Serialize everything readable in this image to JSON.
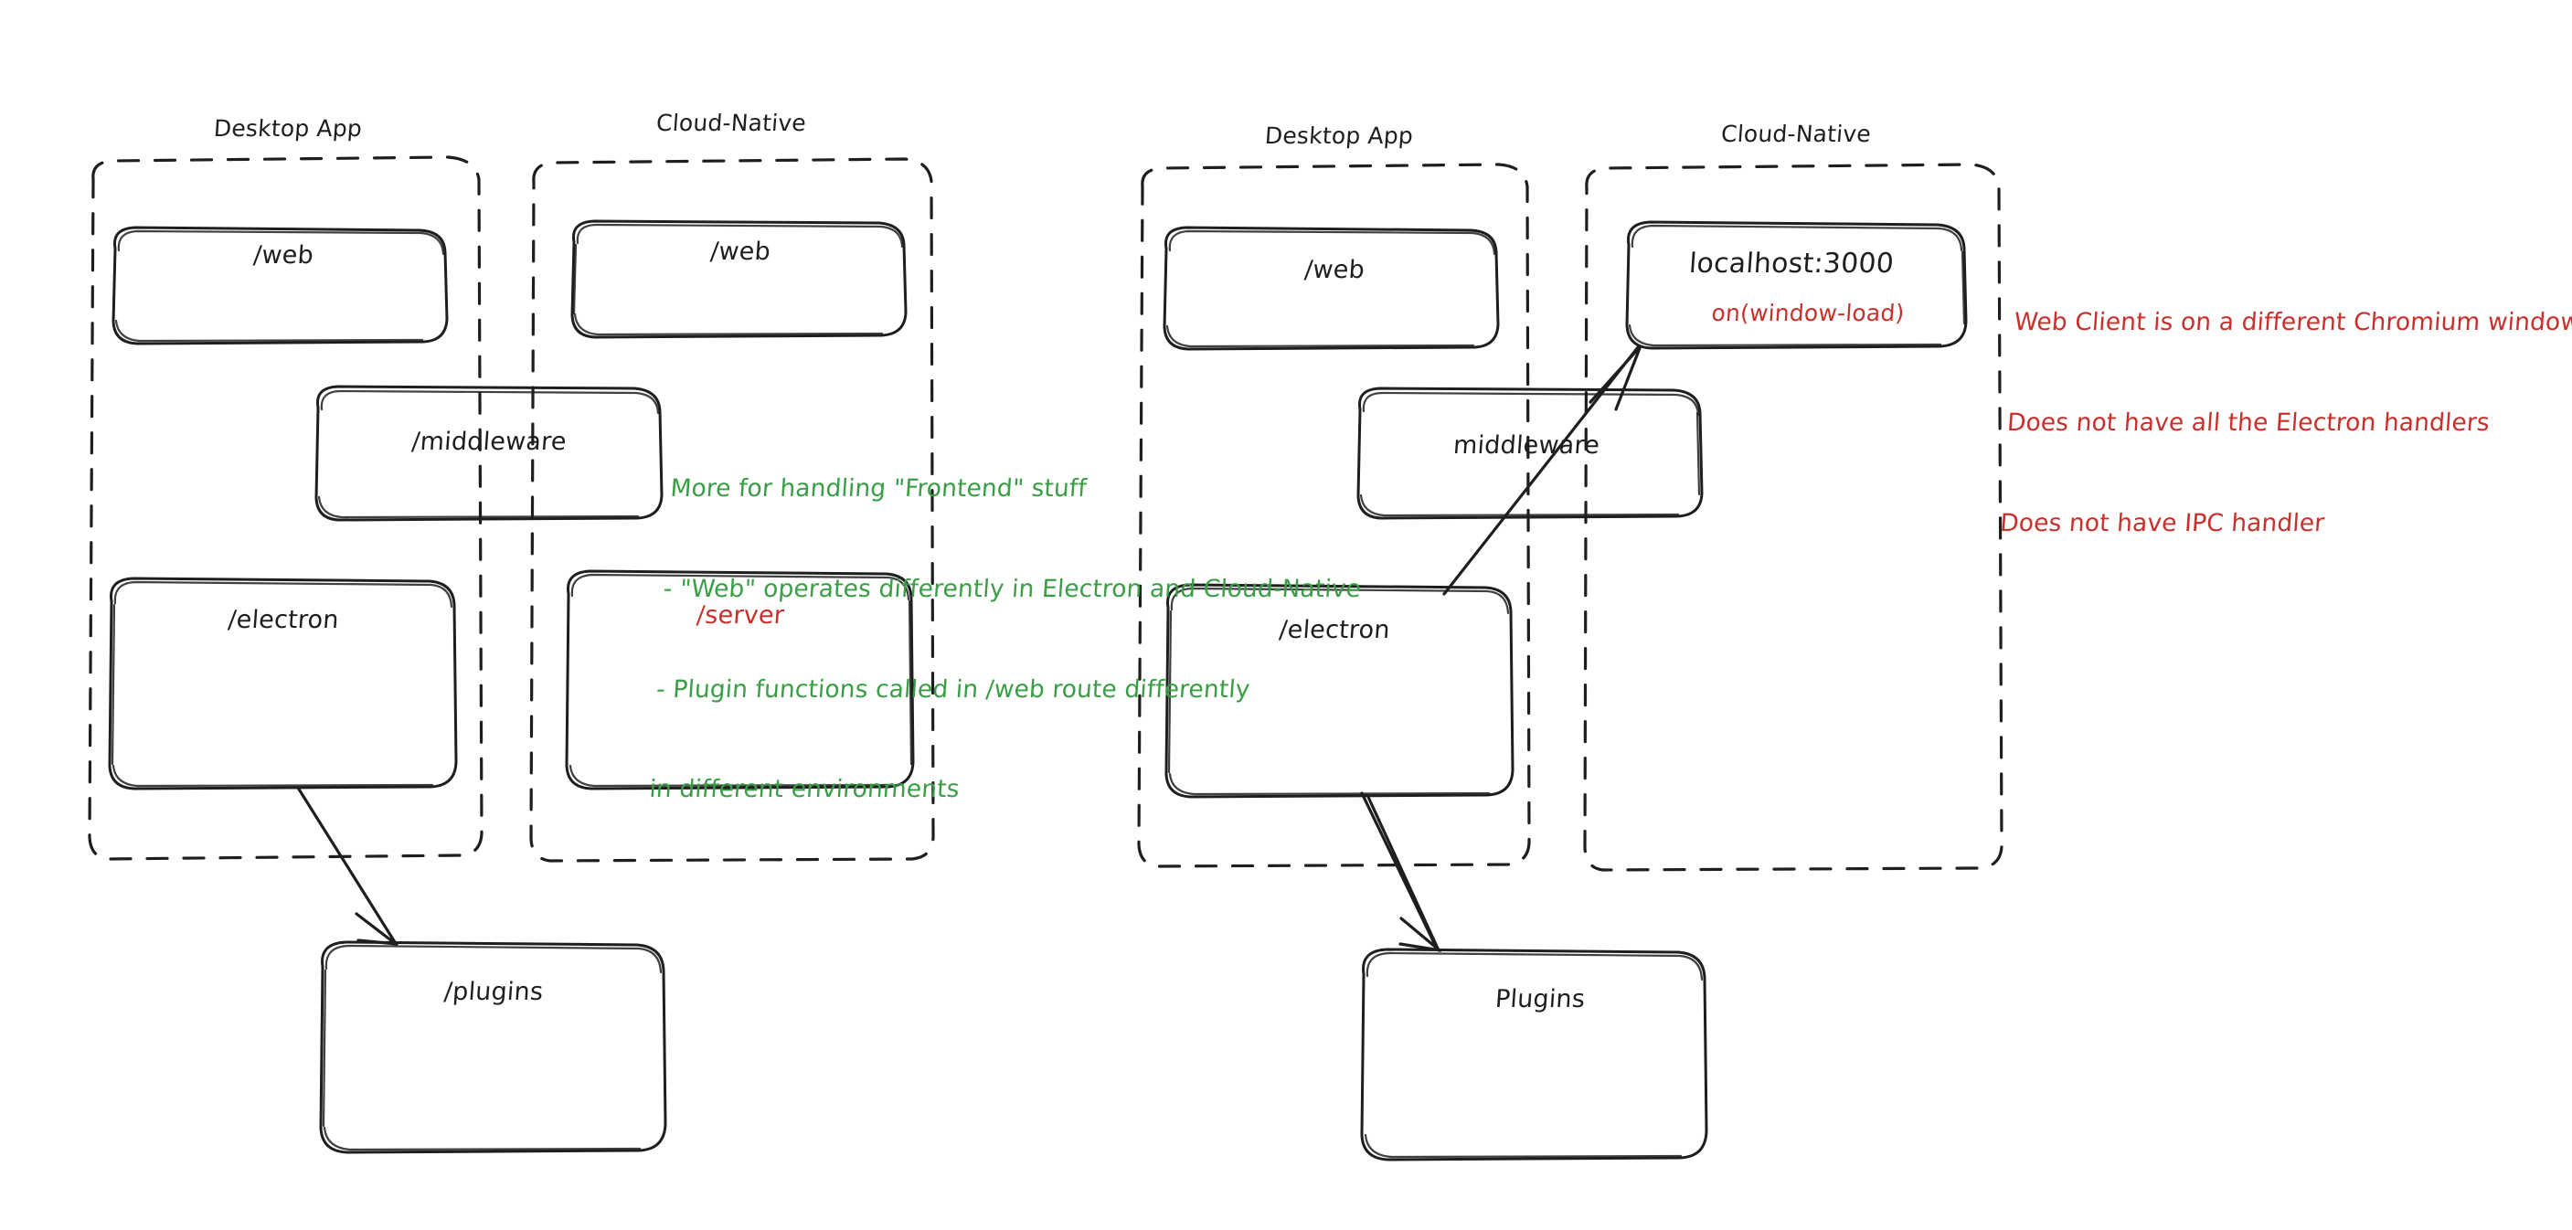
{
  "diagram": {
    "type": "architecture-sketch",
    "style": "hand-drawn-excalidraw",
    "background": "#ffffff",
    "colors": {
      "stroke": "#1e1e1e",
      "text": "#1e1e1e",
      "red": "#c9302c",
      "green": "#3a9e46"
    },
    "panels": [
      {
        "id": "left-comparison",
        "groups": [
          {
            "id": "left-desktop-app",
            "title": "Desktop App",
            "boxes": [
              {
                "id": "left-desktop-web",
                "label": "/web",
                "color": "#1e1e1e"
              },
              {
                "id": "left-desktop-electron",
                "label": "/electron",
                "color": "#1e1e1e"
              }
            ]
          },
          {
            "id": "left-cloud-native",
            "title": "Cloud-Native",
            "boxes": [
              {
                "id": "left-cloud-web",
                "label": "/web",
                "color": "#1e1e1e"
              },
              {
                "id": "left-cloud-server",
                "label": "/server",
                "color": "#c9302c"
              }
            ]
          }
        ],
        "shared_boxes": [
          {
            "id": "left-middleware",
            "label": "/middleware",
            "color": "#1e1e1e"
          }
        ],
        "outside_boxes": [
          {
            "id": "left-plugins",
            "label": "/plugins",
            "color": "#1e1e1e"
          }
        ],
        "arrows": [
          {
            "id": "arrow-left-electron-to-plugins",
            "from": "left-desktop-electron",
            "to": "left-plugins"
          }
        ]
      },
      {
        "id": "right-comparison",
        "groups": [
          {
            "id": "right-desktop-app",
            "title": "Desktop App",
            "boxes": [
              {
                "id": "right-desktop-web",
                "label": "/web",
                "color": "#1e1e1e"
              },
              {
                "id": "right-desktop-electron",
                "label": "/electron",
                "color": "#1e1e1e"
              }
            ]
          },
          {
            "id": "right-cloud-native",
            "title": "Cloud-Native",
            "boxes": [
              {
                "id": "right-localhost",
                "label": "localhost:3000",
                "sublabel": "on(window-load)",
                "color": "#1e1e1e",
                "sublabel_color": "#c9302c"
              }
            ]
          }
        ],
        "shared_boxes": [
          {
            "id": "right-middleware",
            "label": "middleware",
            "color": "#1e1e1e"
          }
        ],
        "outside_boxes": [
          {
            "id": "right-plugins",
            "label": "Plugins",
            "color": "#1e1e1e"
          }
        ],
        "arrows": [
          {
            "id": "arrow-right-electron-to-plugins",
            "from": "right-desktop-electron",
            "to": "right-plugins"
          },
          {
            "id": "arrow-right-electron-to-localhost",
            "from": "right-desktop-electron",
            "to": "right-localhost"
          }
        ]
      }
    ],
    "annotations": [
      {
        "id": "green-note",
        "color": "#3a9e46",
        "lines": [
          "More for handling \"Frontend\" stuff",
          "- \"Web\" operates differently in Electron and Cloud-Native",
          "- Plugin functions called in /web route differently",
          "in different environments"
        ]
      },
      {
        "id": "red-note",
        "color": "#c9302c",
        "lines": [
          "Web Client is on a different Chromium window",
          "Does not have all the Electron handlers",
          "Does not have IPC handler"
        ]
      }
    ]
  }
}
